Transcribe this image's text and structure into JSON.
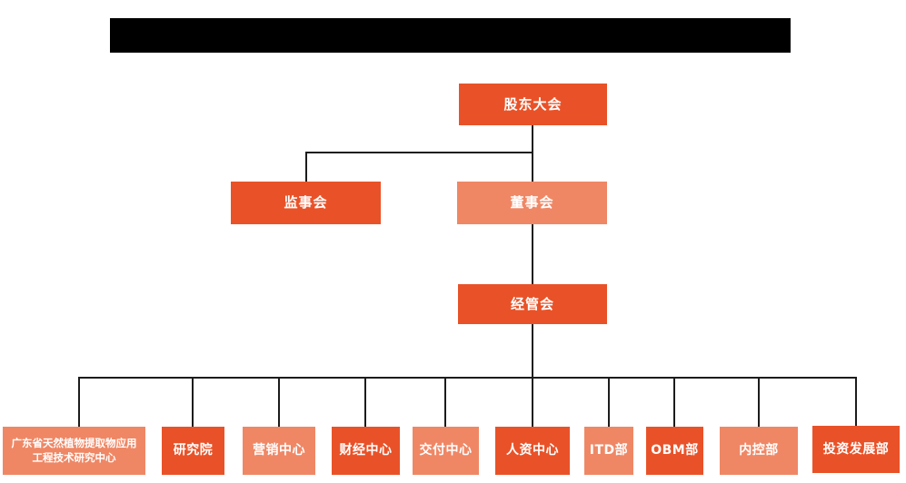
{
  "colors": {
    "background": "#FFFFFF",
    "node_dark": "#E95228",
    "node_light": "#EF8765",
    "node_text": "#FFFFFF",
    "connector": "#1C1C1C",
    "redacted_bar": "#000000"
  },
  "title_bar": {
    "redacted": true,
    "text": ""
  },
  "org_chart": {
    "nodes": {
      "shareholders": {
        "label": "股东大会",
        "variant": "dark"
      },
      "supervisory": {
        "label": "监事会",
        "variant": "dark"
      },
      "board": {
        "label": "董事会",
        "variant": "light"
      },
      "management": {
        "label": "经管会",
        "variant": "dark"
      },
      "dept_research_center": {
        "label": "广东省天然植物提取物应用工程技术研究中心",
        "variant": "light"
      },
      "dept_research_institute": {
        "label": "研究院",
        "variant": "dark"
      },
      "dept_marketing": {
        "label": "营销中心",
        "variant": "light"
      },
      "dept_finance": {
        "label": "财经中心",
        "variant": "dark"
      },
      "dept_delivery": {
        "label": "交付中心",
        "variant": "light"
      },
      "dept_hr": {
        "label": "人资中心",
        "variant": "dark"
      },
      "dept_itd": {
        "label": "ITD部",
        "variant": "light"
      },
      "dept_obm": {
        "label": "OBM部",
        "variant": "dark"
      },
      "dept_internal_control": {
        "label": "内控部",
        "variant": "light"
      },
      "dept_investment": {
        "label": "投资发展部",
        "variant": "dark"
      }
    }
  }
}
